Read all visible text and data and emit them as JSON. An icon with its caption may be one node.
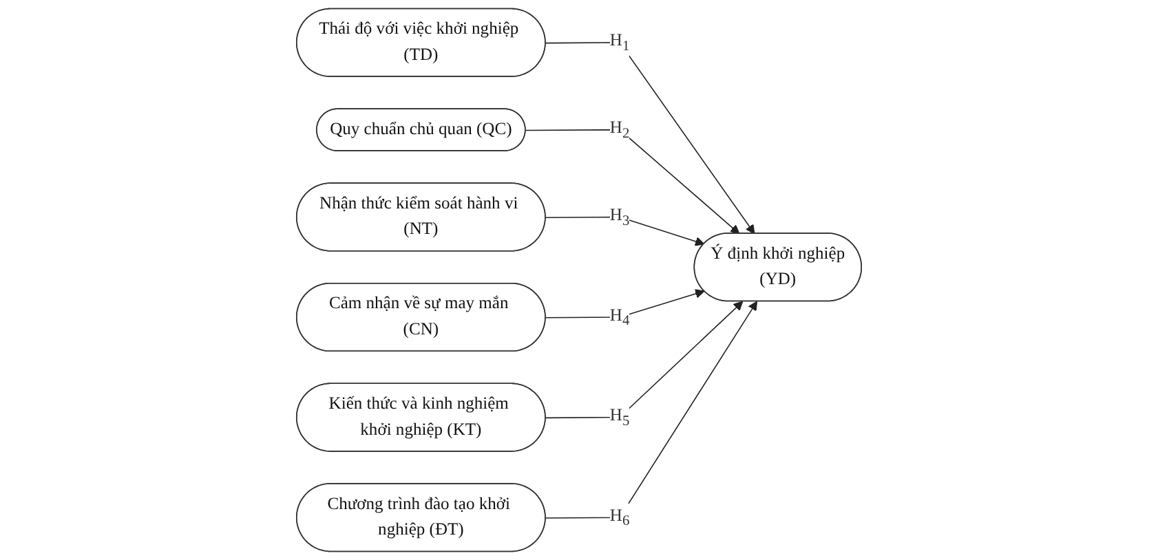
{
  "diagram": {
    "nodes": [
      {
        "text": [
          "Thái độ với việc khởi nghiệp (TD)"
        ]
      },
      {
        "text": [
          "Quy chuẩn chủ quan (QC)"
        ]
      },
      {
        "text": [
          "Nhận thức kiểm soát hành vi (NT)"
        ]
      },
      {
        "text": [
          "Ý định khởi nghiệp",
          "(YD)"
        ]
      },
      {
        "text": [
          "Cảm nhận về sự may mắn (CN)"
        ]
      },
      {
        "text": [
          "Kiến thức và kinh nghiệm khởi nghiệp (KT)"
        ]
      },
      {
        "text": [
          "Chương trình đào tạo khởi nghiệp (ĐT)"
        ]
      }
    ],
    "edges": [
      {
        "from": 0,
        "to": 3,
        "arrow": "to",
        "label": "H$_{1}$"
      },
      {
        "from": 1,
        "to": 3,
        "arrow": "to",
        "label": "H$_{2}$"
      },
      {
        "from": 2,
        "to": 3,
        "arrow": "to",
        "label": "H$_{3}$"
      },
      {
        "from": 4,
        "to": 3,
        "arrow": "to",
        "label": "H$_{4}$"
      },
      {
        "from": 5,
        "to": 3,
        "arrow": "to",
        "label": "H$_{5}$"
      },
      {
        "from": 6,
        "to": 3,
        "arrow": "to",
        "label": "H$_{6}$"
      }
    ]
  }
}
